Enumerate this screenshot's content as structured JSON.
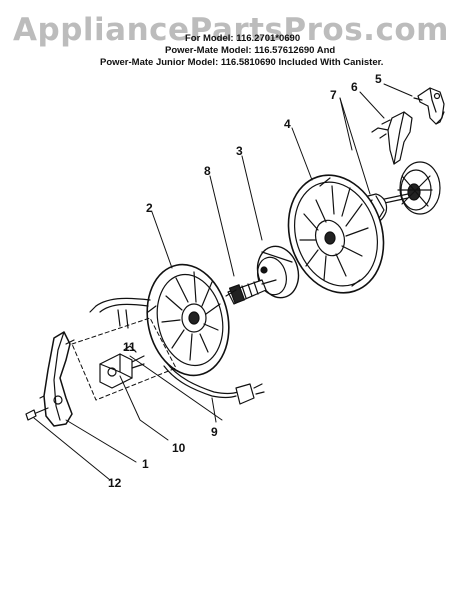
{
  "watermark": "AppliancePartsPros.com",
  "header": {
    "line1": "For Model: 116.2701*0690",
    "line2": "Power-Mate Model: 116.57612690 And",
    "line3": "Power-Mate Junior Model: 116.5810690   Included With Canister."
  },
  "callouts": {
    "c1": "1",
    "c2": "2",
    "c3": "3",
    "c4": "4",
    "c5": "5",
    "c6": "6",
    "c7": "7",
    "c8": "8",
    "c9": "9",
    "c10": "10",
    "c11": "11",
    "c12": "12"
  }
}
